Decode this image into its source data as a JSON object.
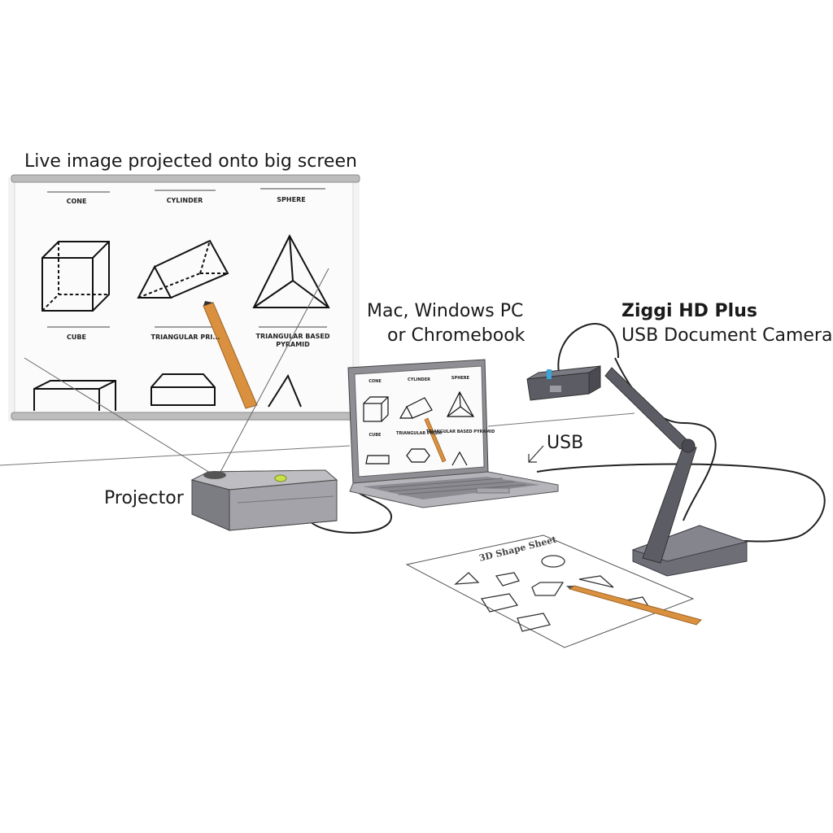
{
  "labels": {
    "screen_caption": "Live image projected onto big screen",
    "computer_line1": "Mac, Windows PC",
    "computer_line2": "or Chromebook",
    "camera_name": "Ziggi HD Plus",
    "camera_desc": "USB Document Camera",
    "usb": "USB",
    "projector": "Projector"
  },
  "screen_shapes": {
    "top_row": [
      "CONE",
      "CYLINDER",
      "SPHERE"
    ],
    "bottom_row": [
      "CUBE",
      "TRIANGULAR PRI...",
      "TRIANGULAR BASED",
      "PYRAMID"
    ]
  },
  "laptop_shapes": {
    "top_row": [
      "CONE",
      "CYLINDER",
      "SPHERE"
    ],
    "bottom_row": [
      "CUBE",
      "TRIANGULAR PRISM",
      "TRIANGULAR BASED PYRAMID"
    ]
  },
  "worksheet": {
    "title": "3D Shape Sheet"
  },
  "colors": {
    "device_gray": "#6e6e76",
    "device_dark": "#4a4a52",
    "cable": "#222222",
    "pencil": "#d9903f",
    "projector_light": "#c8e04a"
  }
}
